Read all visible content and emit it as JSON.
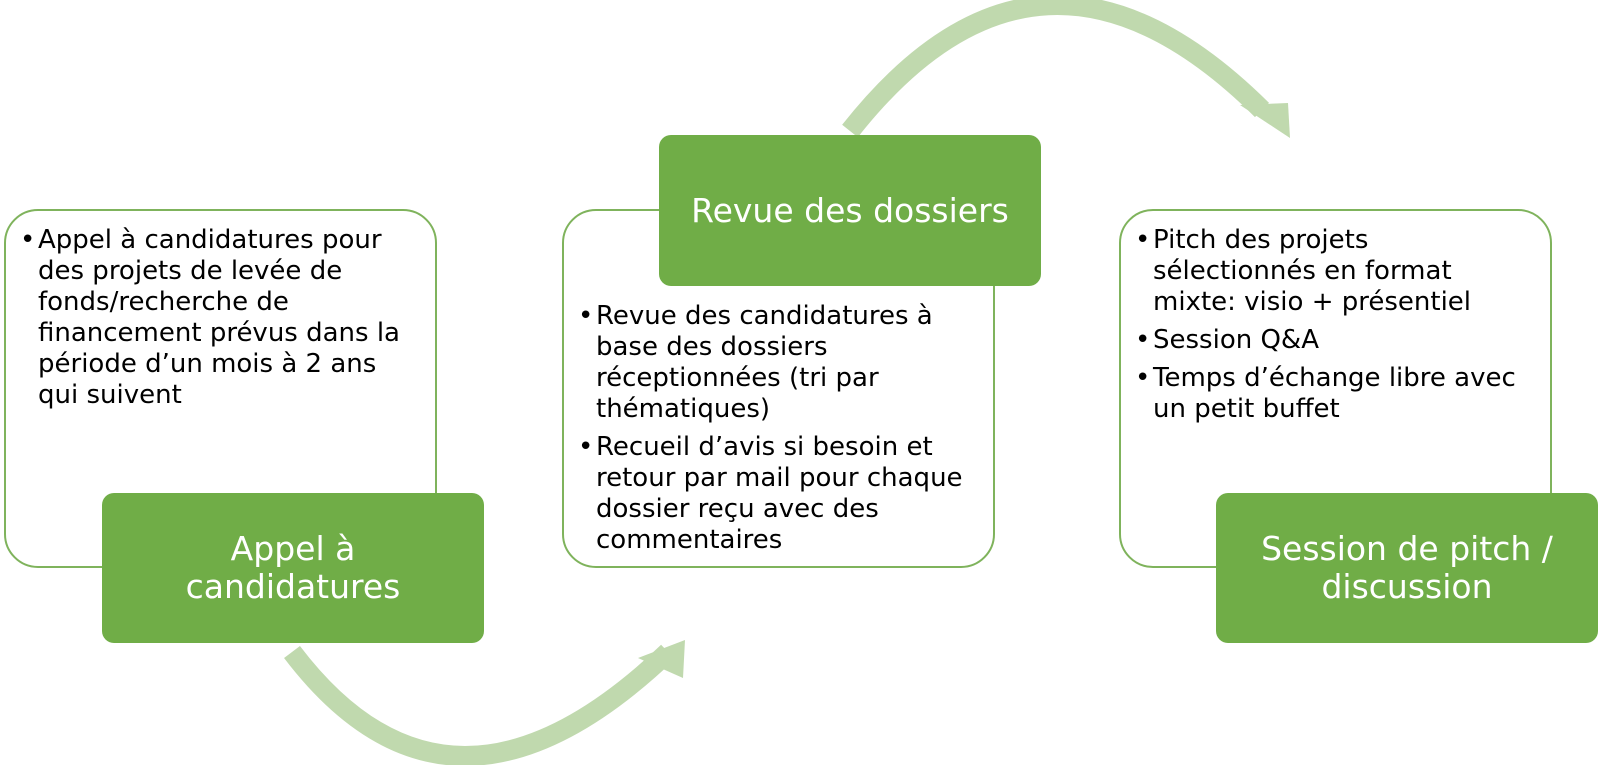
{
  "steps": [
    {
      "title": "Appel à candidatures",
      "bullets": [
        "Appel à candidatures pour des projets de levée de fonds/recherche de financement prévus dans la période d’un mois à 2 ans qui suivent"
      ]
    },
    {
      "title": "Revue des dossiers",
      "bullets": [
        "Revue des candidatures à base des dossiers réceptionnées (tri par thématiques)",
        "Recueil d’avis si besoin et retour par mail pour chaque dossier reçu avec des commentaires"
      ]
    },
    {
      "title": "Session de pitch / discussion",
      "bullets": [
        "Pitch des projets sélectionnés en format mixte: visio + présentiel",
        "Session Q&A",
        "Temps d’échange libre avec un petit buffet"
      ]
    }
  ],
  "colors": {
    "header": "#70ad47",
    "border": "#7fb35c",
    "arrow": "#c0d9ae"
  }
}
